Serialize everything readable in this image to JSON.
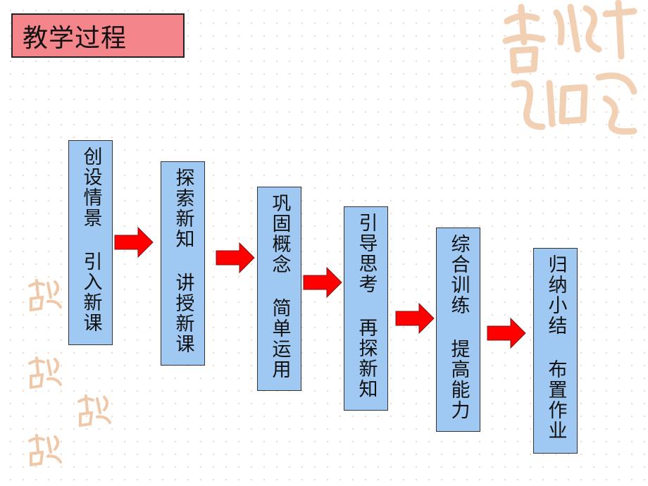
{
  "title": "教学过程",
  "steps": [
    {
      "label": "创设情景 引入新课"
    },
    {
      "label": "探索新知 讲授新课"
    },
    {
      "label": "巩固概念 简单运用"
    },
    {
      "label": "引导思考 再探新知"
    },
    {
      "label": "综合训练 提高能力"
    },
    {
      "label": "归纳小结 布置作业"
    }
  ],
  "colors": {
    "title_bg": "#f4858a",
    "step_bg": "#9fc8f2",
    "arrow": "#ff0000",
    "decor": "#f0c8a8"
  },
  "decor_icons": [
    "seal-watermark-icon"
  ]
}
